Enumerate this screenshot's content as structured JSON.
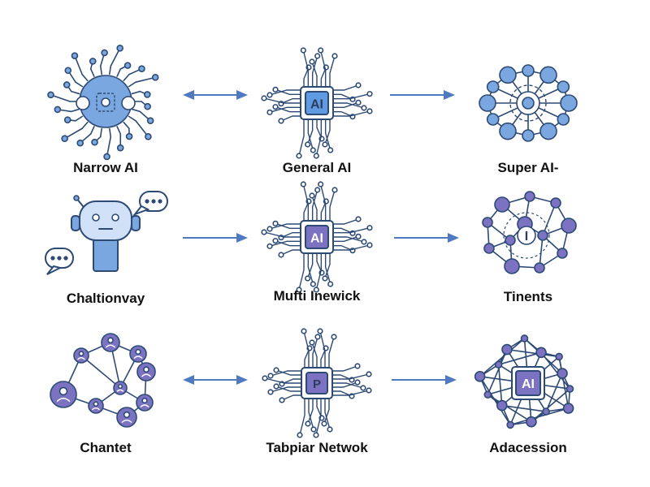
{
  "colors": {
    "stroke": "#2d4a75",
    "blue": "#7aa7e0",
    "purple": "#7b72c2",
    "arrow": "#4f79c0",
    "chip_dark": "#2e3c5c"
  },
  "rows": [
    {
      "cells": [
        {
          "icon": "brain-circuit-icon",
          "label": "Narrow AI"
        },
        {
          "icon": "ai-chip-icon",
          "chip_text": "AI",
          "label": "General AI"
        },
        {
          "icon": "network-ring-icon",
          "label": "Super AI-"
        }
      ],
      "arrows": [
        "double",
        "single"
      ]
    },
    {
      "cells": [
        {
          "icon": "chatbot-robot-icon",
          "label": "Chaltionvay"
        },
        {
          "icon": "ai-chip-icon",
          "chip_text": "AI",
          "label": "Mufti Inewick"
        },
        {
          "icon": "neural-mesh-icon",
          "chip_text": "I",
          "label": "Tinents"
        }
      ],
      "arrows": [
        "single",
        "single"
      ]
    },
    {
      "cells": [
        {
          "icon": "people-network-icon",
          "label": "Chantet"
        },
        {
          "icon": "p-chip-icon",
          "chip_text": "P",
          "label": "Tabpiar Netwok"
        },
        {
          "icon": "ai-mesh-chip-icon",
          "chip_text": "AI",
          "label": "Adacession"
        }
      ],
      "arrows": [
        "double",
        "single"
      ]
    }
  ]
}
